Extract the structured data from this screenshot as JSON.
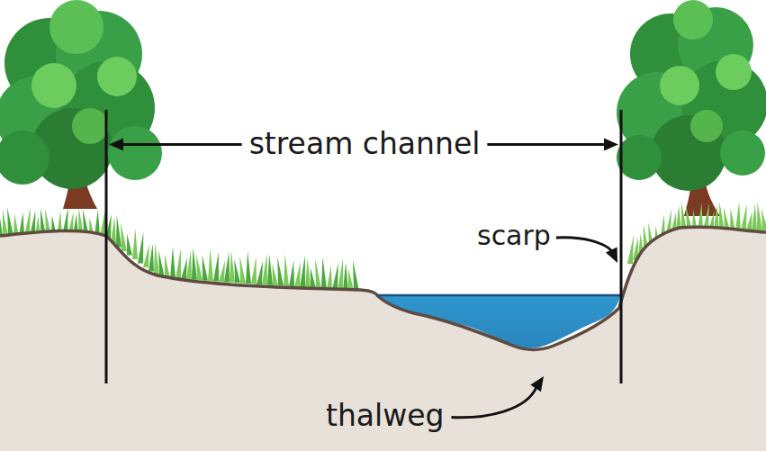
{
  "diagram": {
    "labels": [
      "stream channel",
      "scarp",
      "thalweg"
    ]
  }
}
